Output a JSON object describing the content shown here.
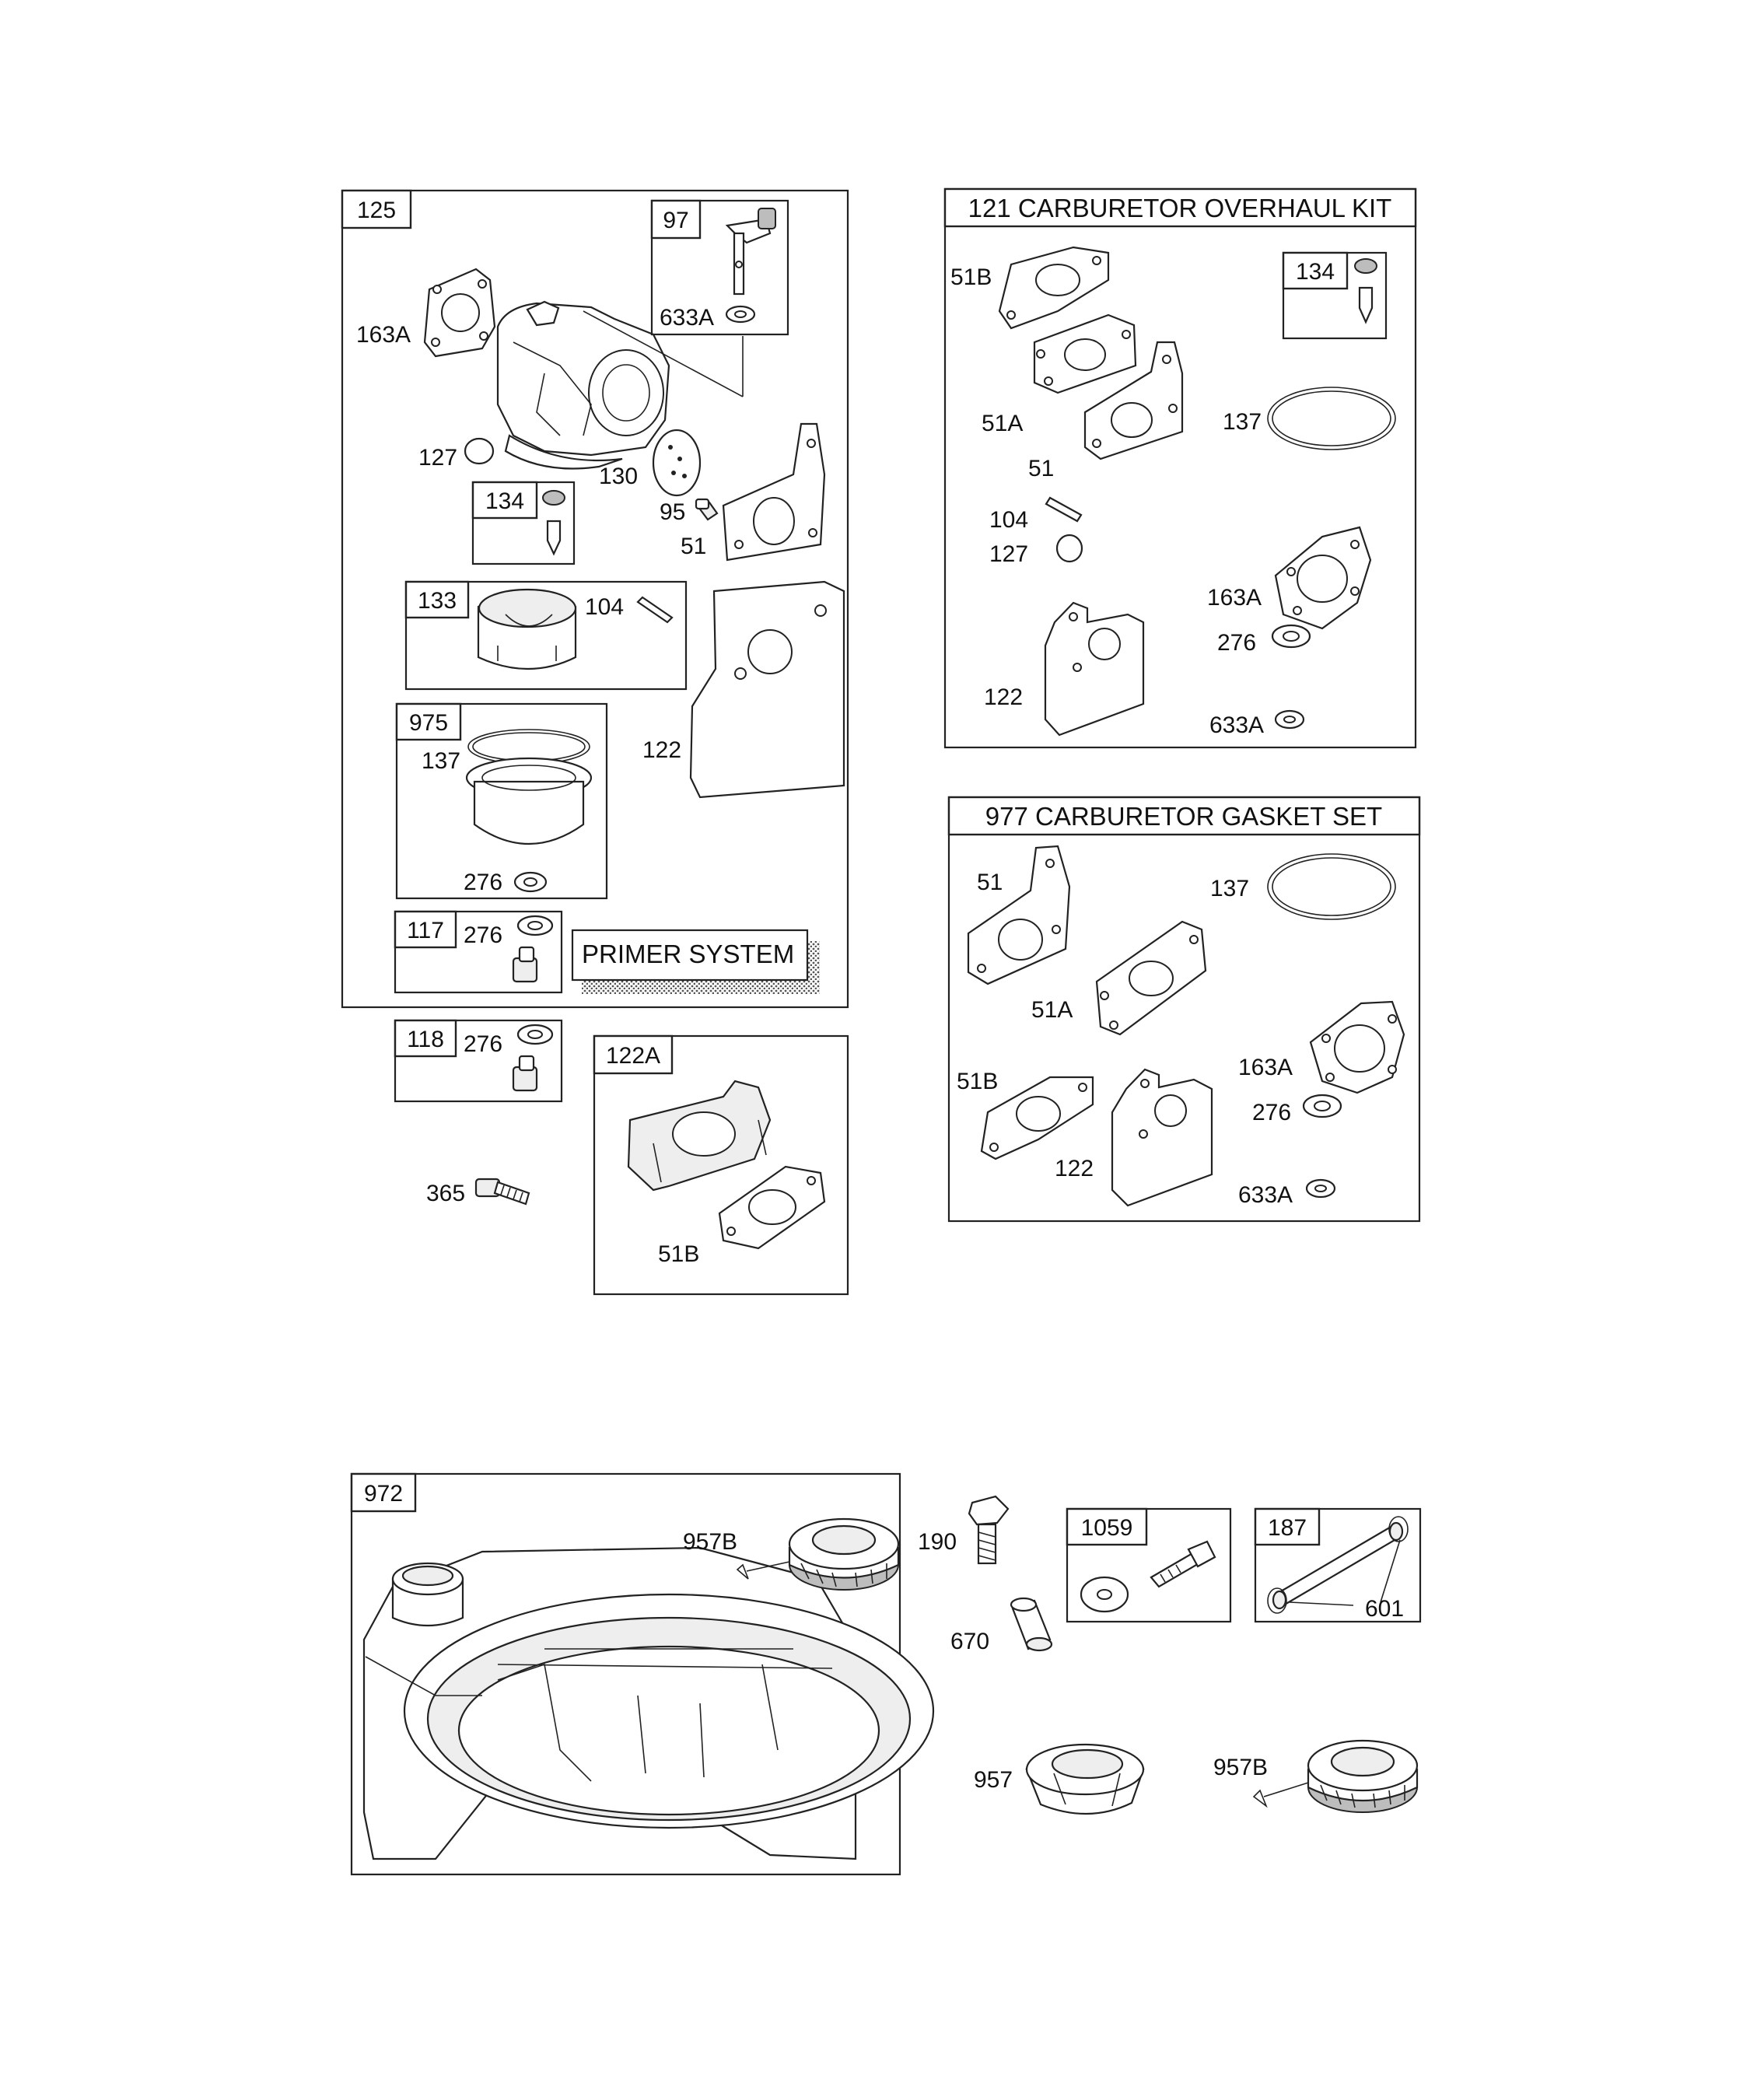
{
  "groups": {
    "g125": "125",
    "g97": "97",
    "g134a": "134",
    "g133": "133",
    "g975": "975",
    "g117": "117",
    "g118": "118",
    "g122a": "122A",
    "g134b": "134",
    "g972": "972",
    "g1059": "1059",
    "g187": "187"
  },
  "kits": {
    "overhaul_title": "121 CARBURETOR OVERHAUL KIT",
    "gasket_title": "977 CARBURETOR GASKET SET",
    "primer_title": "PRIMER SYSTEM"
  },
  "labels": {
    "l163a_1": "163A",
    "l633a_1": "633A",
    "l127_1": "127",
    "l130": "130",
    "l95": "95",
    "l51_1": "51",
    "l104_1": "104",
    "l137_1": "137",
    "l122_1": "122",
    "l276_1": "276",
    "l276_2": "276",
    "l276_3": "276",
    "l365": "365",
    "l51b_1": "51B",
    "l51b_2": "51B",
    "l51a_1": "51A",
    "l51_2": "51",
    "l104_2": "104",
    "l127_2": "127",
    "l137_2": "137",
    "l163a_2": "163A",
    "l276_4": "276",
    "l122_2": "122",
    "l633a_2": "633A",
    "l51_3": "51",
    "l137_3": "137",
    "l51a_2": "51A",
    "l51b_3": "51B",
    "l163a_3": "163A",
    "l276_5": "276",
    "l122_3": "122",
    "l633a_3": "633A",
    "l957b_1": "957B",
    "l190": "190",
    "l670": "670",
    "l601": "601",
    "l957": "957",
    "l957b_2": "957B"
  }
}
